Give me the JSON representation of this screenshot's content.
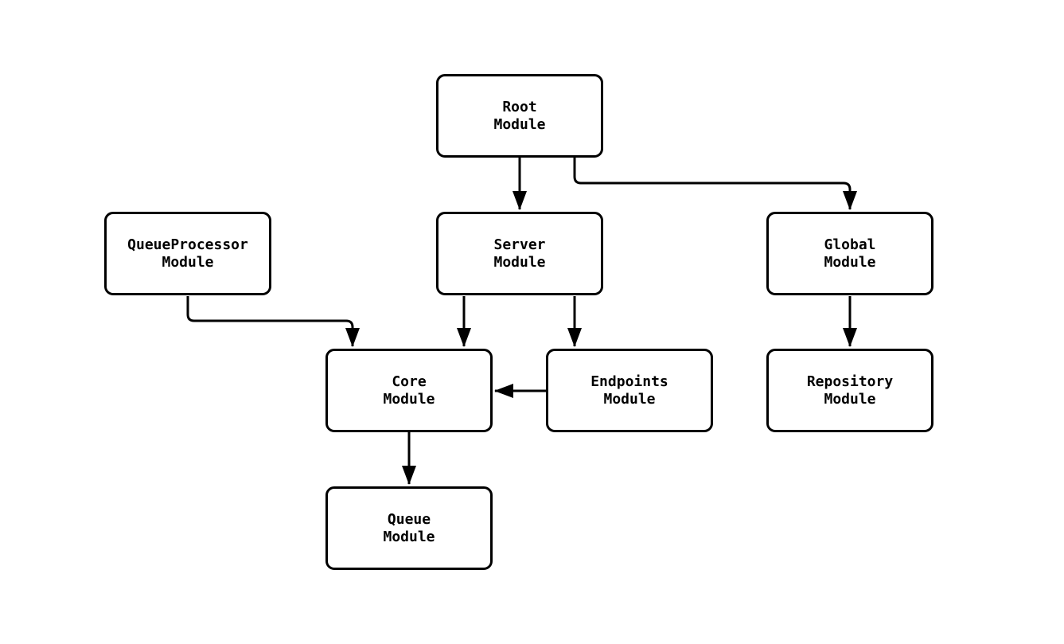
{
  "diagram": {
    "type": "flowchart",
    "colors": {
      "background": "#ffffff",
      "node_fill": "#ffffff",
      "stroke": "#000000",
      "text": "#000000"
    },
    "nodes": [
      {
        "id": "root",
        "line1": "Root",
        "line2": "Module"
      },
      {
        "id": "queueprocessor",
        "line1": "QueueProcessor",
        "line2": "Module"
      },
      {
        "id": "server",
        "line1": "Server",
        "line2": "Module"
      },
      {
        "id": "global",
        "line1": "Global",
        "line2": "Module"
      },
      {
        "id": "core",
        "line1": "Core",
        "line2": "Module"
      },
      {
        "id": "endpoints",
        "line1": "Endpoints",
        "line2": "Module"
      },
      {
        "id": "repository",
        "line1": "Repository",
        "line2": "Module"
      },
      {
        "id": "queue",
        "line1": "Queue",
        "line2": "Module"
      }
    ],
    "edges": [
      {
        "from": "Root Module",
        "to": "Server Module"
      },
      {
        "from": "Root Module",
        "to": "Global Module"
      },
      {
        "from": "QueueProcessor Module",
        "to": "Core Module"
      },
      {
        "from": "Server Module",
        "to": "Core Module"
      },
      {
        "from": "Server Module",
        "to": "Endpoints Module"
      },
      {
        "from": "Endpoints Module",
        "to": "Core Module"
      },
      {
        "from": "Core Module",
        "to": "Queue Module"
      },
      {
        "from": "Global Module",
        "to": "Repository Module"
      }
    ]
  }
}
